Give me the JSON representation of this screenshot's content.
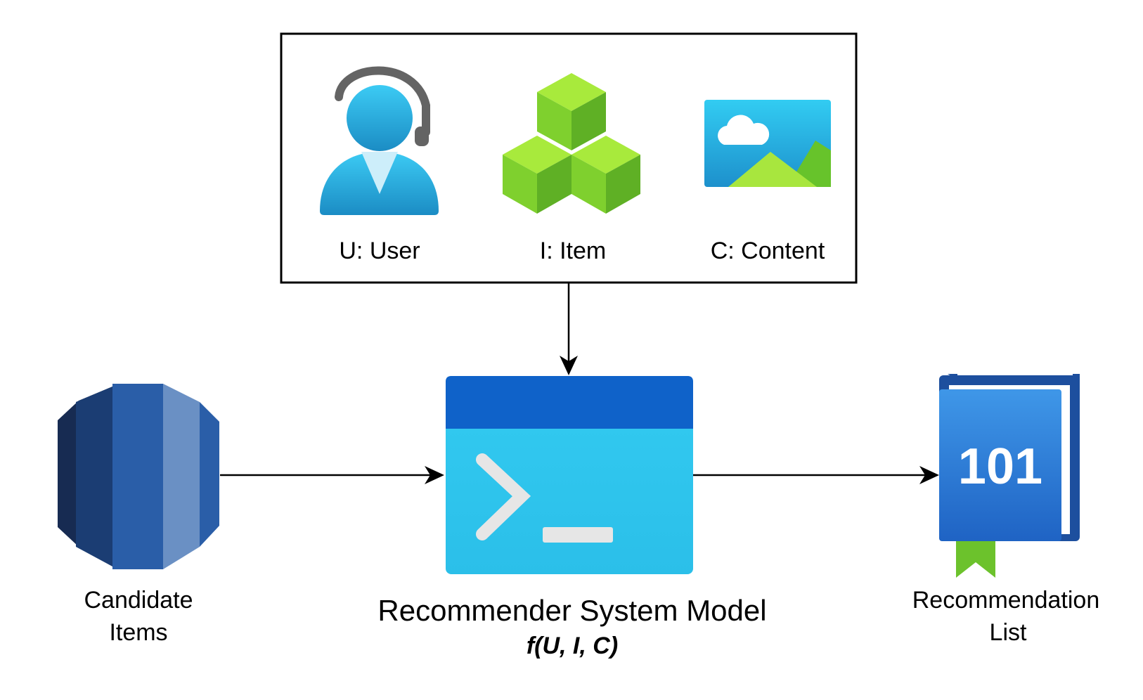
{
  "context_box": {
    "user_label": "U: User",
    "item_label": "I: Item",
    "content_label": "C: Content",
    "user_icon": "user-headset-icon",
    "item_icon": "cubes-icon",
    "content_icon": "image-icon"
  },
  "candidate": {
    "label_line1": "Candidate",
    "label_line2": "Items",
    "icon": "database-icon"
  },
  "model": {
    "title": "Recommender System Model",
    "formula": "f(U, I, C)",
    "icon": "terminal-icon"
  },
  "output": {
    "label_line1": "Recommendation",
    "label_line2": "List",
    "book_number": "101",
    "icon": "book-101-icon"
  },
  "colors": {
    "cyan": "#32c8ef",
    "dark_blue": "#0f62c9",
    "green": "#86d633",
    "db_blue": "#2a5ea8"
  }
}
